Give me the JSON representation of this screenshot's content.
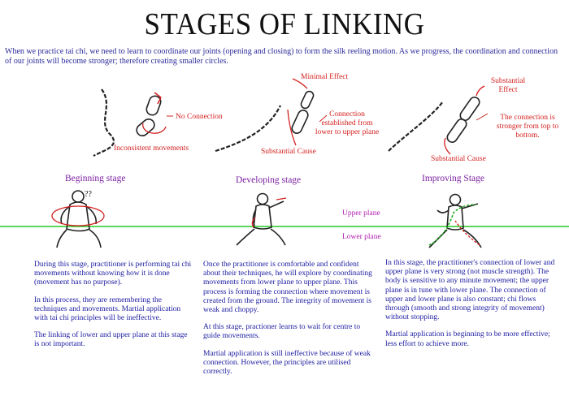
{
  "title": "STAGES OF LINKING",
  "intro": "When we practice tai chi, we need to learn to coordinate our joints (opening and closing) to form the silk reeling motion. As we progress, the coordination and connection of our joints will become stronger; therefore creating smaller circles.",
  "chains": {
    "left": {
      "label_no_connection": "No Connection",
      "label_inconsistent": "Inconsistent movements"
    },
    "middle": {
      "label_minimal": "Minimal Effect",
      "label_connection": "Connection established from lower to upper plane",
      "label_cause": "Substantial Cause"
    },
    "right": {
      "label_effect": "Substantial Effect",
      "label_stronger": "The connection is stronger from top to bottom.",
      "label_cause": "Substantial Cause"
    }
  },
  "stages": {
    "beginning": "Beginning stage",
    "developing": "Developing stage",
    "improving": "Improving Stage"
  },
  "figure_marks": {
    "question": "??"
  },
  "planes": {
    "upper": "Upper plane",
    "lower": "Lower plane"
  },
  "columns": {
    "beginning": [
      "During this stage, practitioner is performing tai chi movements without knowing how it is done (movement has no purpose).",
      "In this process, they are remembering the techniques and movements. Martial application with tai chi principles will be ineffective.",
      "The linking of lower and upper plane at this stage is not important."
    ],
    "developing": [
      "Once the practitioner is comfortable and confident about their techniques, he will explore by coordinating movements from lower plane to upper plane. This process is forming the connection where movement is created from the ground. The integrity of movement is weak and choppy.",
      "At this stage, practioner learns to wait for centre to guide movements.",
      "Martial application is still ineffective because of weak connection. However, the principles are utilised correctly."
    ],
    "improving": [
      "In this stage, the practitioner's connection of lower and upper plane is very strong (not muscle strength). The body is sensitive to any minute movement; the upper plane is in tune with lower plane. The connection of upper and lower plane is also constant; chi flows through (smooth and strong integrity of movement) without stopping.",
      "Martial application is beginning to be more effective; less effort to achieve more."
    ]
  },
  "colors": {
    "title": "#111111",
    "body_text": "#1a1aa0",
    "red_label": "#d42020",
    "stage_title": "#7a1fa0",
    "plane_line": "#22cc22",
    "plane_label": "#b01fb0"
  }
}
